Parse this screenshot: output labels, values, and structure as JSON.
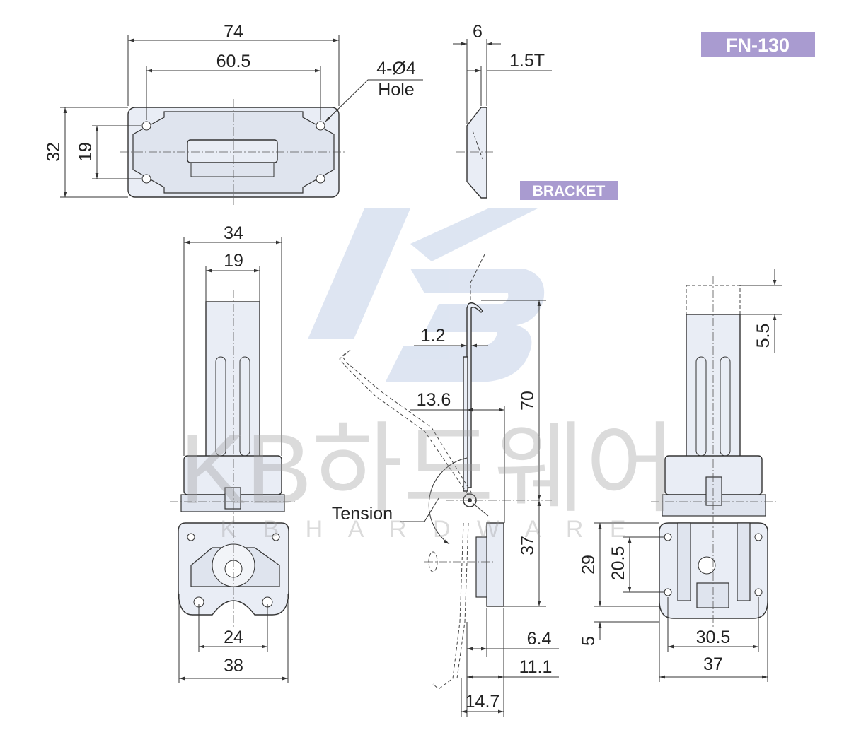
{
  "model": {
    "code": "FN-130",
    "part_label": "BRACKET"
  },
  "colors": {
    "badge": "#a99bd0",
    "part_fill": "#e9edf5",
    "watermark_logo": "#c8d4ea"
  },
  "watermark": {
    "brand_korean": "KB하드웨어",
    "brand_english": "K B  H A R D W A R E",
    "logo": "KB"
  },
  "top_view": {
    "width": "74",
    "hole_pitch_x": "60.5",
    "hole_note_1": "4-Ø4",
    "hole_note_2": "Hole",
    "height": "32",
    "hole_pitch_y": "19"
  },
  "bracket_side": {
    "depth": "6",
    "thickness": "1.5T"
  },
  "front_view": {
    "strip_width": "34",
    "slot_width": "19",
    "base_hole_pitch": "24",
    "base_width": "38"
  },
  "side_view": {
    "thickness": "1.2",
    "offset": "13.6",
    "upper_length": "70",
    "tension_label": "Tension",
    "lower_length": "37",
    "d1": "6.4",
    "d2": "11.1",
    "d3": "14.7"
  },
  "rear_view": {
    "top_offset": "5.5",
    "height_total": "29",
    "hole_pitch_y": "20.5",
    "bottom_offset": "5",
    "hole_pitch_x": "30.5",
    "width": "37"
  }
}
